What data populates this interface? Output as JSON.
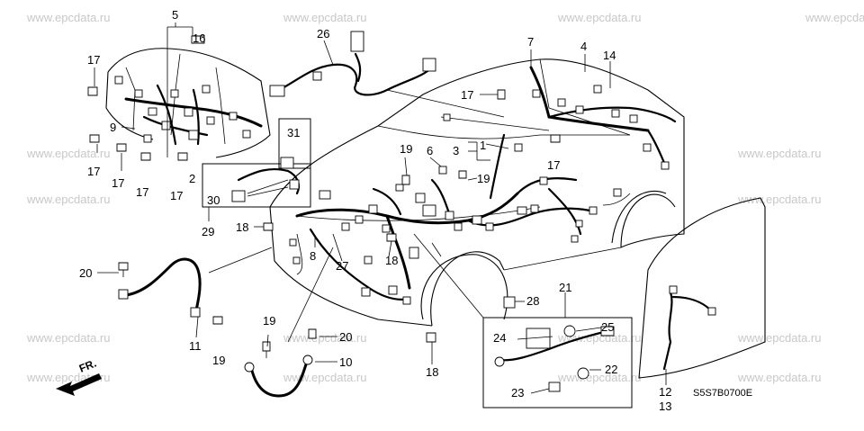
{
  "watermark": "www.epcdata.ru",
  "drawing_code": "S5S7B0700E",
  "front_label": "FR.",
  "callouts": [
    "1",
    "2",
    "4",
    "5",
    "6",
    "7",
    "8",
    "9",
    "10",
    "11",
    "12",
    "13",
    "14",
    "16",
    "17",
    "18",
    "19",
    "20",
    "21",
    "22",
    "23",
    "24",
    "25",
    "26",
    "27",
    "28",
    "29",
    "30",
    "31"
  ],
  "callout_3": "3",
  "colors": {
    "ink": "#000000",
    "watermark": "#c8c8c8",
    "background": "#ffffff"
  }
}
